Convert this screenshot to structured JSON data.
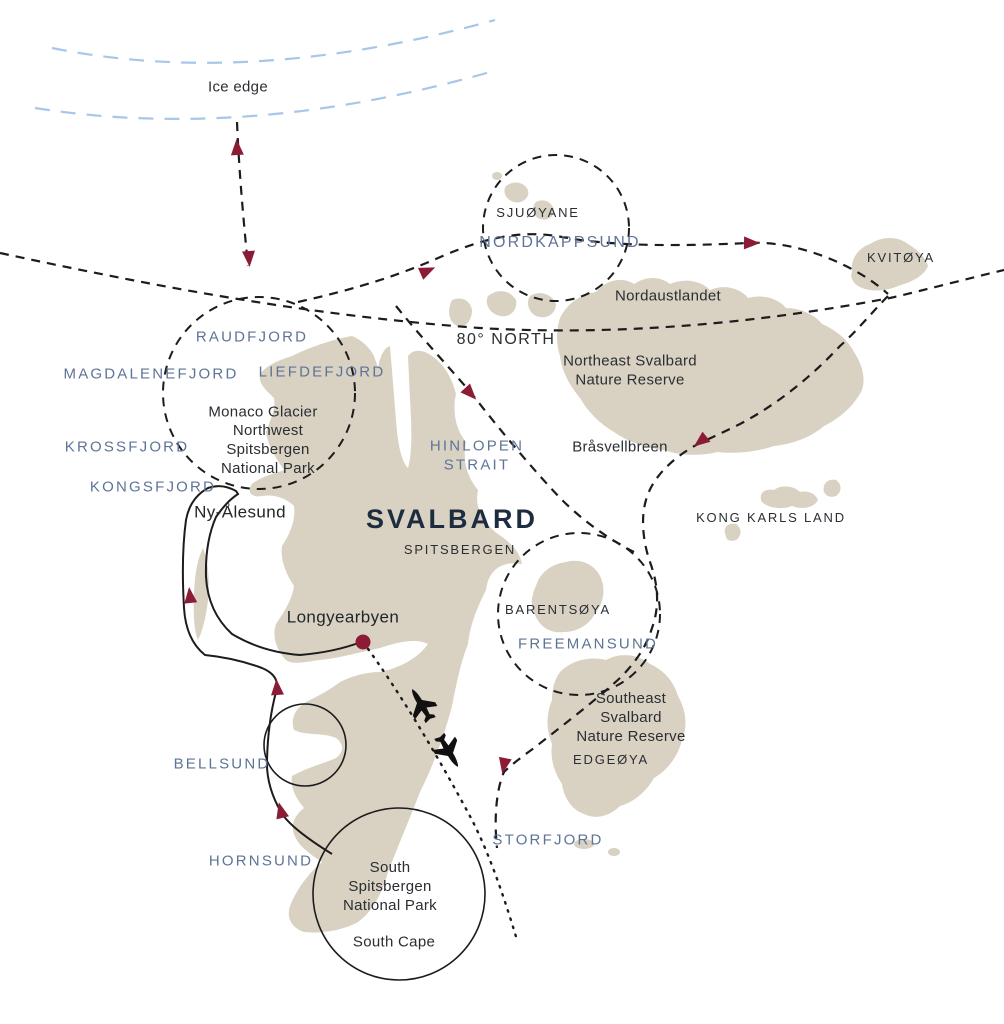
{
  "map": {
    "title": "SVALBARD",
    "subtitle": "SPITSBERGEN",
    "colors": {
      "land": "#d9d2c3",
      "sea": "#ffffff",
      "route": "#1c1c1c",
      "accent_red": "#8c1c35",
      "label_blue": "#5e7496",
      "label_dark": "#2a2e33",
      "title_navy": "#1d2c3f",
      "ice_edge_blue": "#a8c6e9"
    },
    "labels": {
      "ice_edge": {
        "text": "Ice edge"
      },
      "sjuoyane": {
        "text": "SJUØYANE"
      },
      "nordkappsund": {
        "text": "NORDKAPPSUND"
      },
      "kvitoya": {
        "text": "KVITØYA"
      },
      "nordaustlandet": {
        "text": "Nordaustlandet"
      },
      "eighty_north": {
        "text": "80° NORTH"
      },
      "ne_reserve": {
        "text": "Northeast Svalbard\nNature Reserve"
      },
      "raudfjord": {
        "text": "RAUDFJORD"
      },
      "magdalenefjord": {
        "text": "MAGDALENEFJORD"
      },
      "liefdefjord": {
        "text": "LIEFDEFJORD"
      },
      "monaco_glacier": {
        "text": "Monaco Glacier"
      },
      "nw_park": {
        "text": "Northwest\nSpitsbergen\nNational Park"
      },
      "krossfjord": {
        "text": "KROSSFJORD"
      },
      "kongsfjord": {
        "text": "KONGSFJORD"
      },
      "ny_alesund": {
        "text": "Ny-Ålesund"
      },
      "hinlopen": {
        "text": "HINLOPEN\nSTRAIT"
      },
      "brasvellbreen": {
        "text": "Bråsvellbreen"
      },
      "kong_karls_land": {
        "text": "KONG KARLS LAND"
      },
      "svalbard": {
        "text": "SVALBARD"
      },
      "spitsbergen": {
        "text": "SPITSBERGEN"
      },
      "longyearbyen": {
        "text": "Longyearbyen"
      },
      "barentsoya": {
        "text": "BARENTSØYA"
      },
      "freemansund": {
        "text": "FREEMANSUND"
      },
      "se_reserve": {
        "text": "Southeast\nSvalbard\nNature Reserve"
      },
      "edgeoya": {
        "text": "EDGEØYA"
      },
      "bellsund": {
        "text": "BELLSUND"
      },
      "hornsund": {
        "text": "HORNSUND"
      },
      "storfjord": {
        "text": "STORFJORD"
      },
      "s_park": {
        "text": "South\nSpitsbergen\nNational Park"
      },
      "south_cape": {
        "text": "South Cape"
      }
    }
  }
}
